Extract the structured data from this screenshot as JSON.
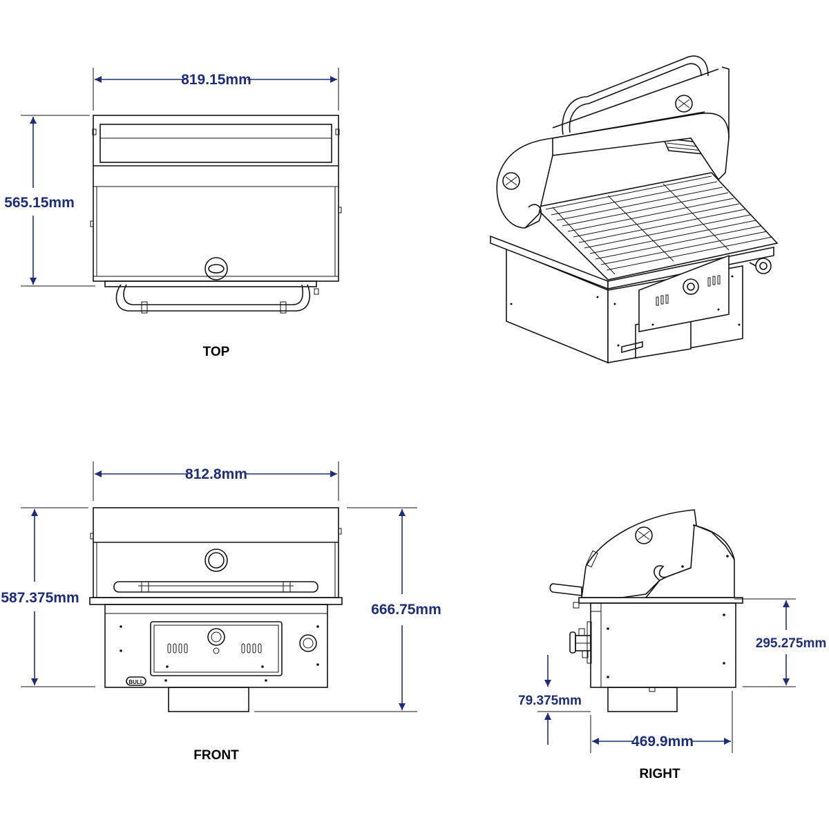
{
  "views": {
    "top": "TOP",
    "front": "FRONT",
    "right": "RIGHT"
  },
  "dimensions": {
    "top_width": "819.15mm",
    "top_depth": "565.15mm",
    "front_width": "812.8mm",
    "front_height_body": "587.375mm",
    "front_height_total": "666.75mm",
    "right_height": "295.275mm",
    "right_bottom_offset": "79.375mm",
    "right_depth": "469.9mm"
  },
  "brand_badge": "BULL",
  "colors": {
    "dimension": "#1e2d7a",
    "line": "#111111",
    "background": "#ffffff"
  }
}
